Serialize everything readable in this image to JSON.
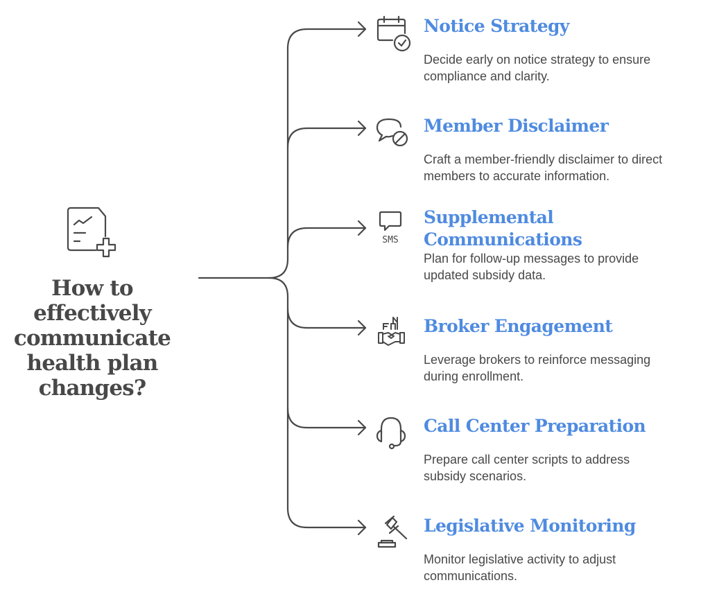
{
  "diagram": {
    "title": "How to effectively communicate health plan changes?",
    "title_lines": [
      "How to",
      "effectively",
      "communicate",
      "health plan",
      "changes?"
    ],
    "center_icon": "health-document-plus-icon",
    "colors": {
      "title": "#4f8be0",
      "text": "#484848",
      "line": "#484848"
    },
    "items": [
      {
        "title": "Notice Strategy",
        "title_lines": [
          "Notice Strategy"
        ],
        "icon": "calendar-check-icon",
        "description_lines": [
          "Decide early on notice strategy to ensure",
          "compliance and clarity."
        ]
      },
      {
        "title": "Member Disclaimer",
        "title_lines": [
          "Member Disclaimer"
        ],
        "icon": "chat-bubble-prohibited-icon",
        "description_lines": [
          "Craft a member-friendly disclaimer to direct",
          "members to accurate information."
        ]
      },
      {
        "title": "Supplemental Communications",
        "title_lines": [
          "Supplemental",
          "Communications"
        ],
        "icon": "sms-message-icon",
        "icon_text": "SMS",
        "description_lines": [
          "Plan for follow-up messages to provide",
          "updated subsidy data."
        ]
      },
      {
        "title": "Broker Engagement",
        "title_lines": [
          "Broker Engagement"
        ],
        "icon": "handshake-buildings-icon",
        "description_lines": [
          "Leverage brokers to reinforce messaging",
          "during enrollment."
        ]
      },
      {
        "title": "Call Center Preparation",
        "title_lines": [
          "Call Center Preparation"
        ],
        "icon": "headset-icon",
        "description_lines": [
          "Prepare call center scripts to address",
          "subsidy scenarios."
        ]
      },
      {
        "title": "Legislative Monitoring",
        "title_lines": [
          "Legislative Monitoring"
        ],
        "icon": "gavel-icon",
        "description_lines": [
          "Monitor legislative activity to adjust",
          "communications."
        ]
      }
    ]
  }
}
